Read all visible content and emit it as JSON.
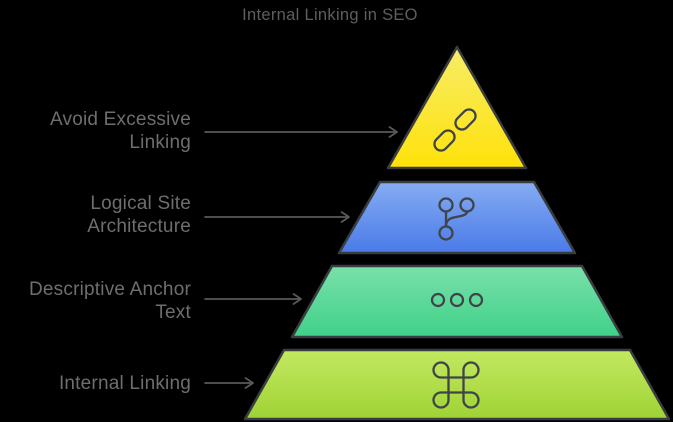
{
  "title": "Internal Linking in SEO",
  "colors": {
    "background": "#000000",
    "title_text": "#5e5e5e",
    "label_text": "#6e6e6e",
    "arrow": "#595a5c",
    "outline": "#393d40",
    "icon": "#3f4448"
  },
  "levels": [
    {
      "rank": 1,
      "label_lines": [
        "Avoid Excessive",
        "Linking"
      ],
      "icon": "link-icon",
      "color_top": "#f7ec68",
      "color_bottom": "#ffe20a"
    },
    {
      "rank": 2,
      "label_lines": [
        "Logical Site",
        "Architecture"
      ],
      "icon": "git-branch-icon",
      "color_top": "#86acf2",
      "color_bottom": "#4a7ae8"
    },
    {
      "rank": 3,
      "label_lines": [
        "Descriptive Anchor",
        "Text"
      ],
      "icon": "ellipsis-icon",
      "color_top": "#79e0aa",
      "color_bottom": "#40d189"
    },
    {
      "rank": 4,
      "label_lines": [
        "Internal Linking"
      ],
      "icon": "command-icon",
      "color_top": "#c3e960",
      "color_bottom": "#9fd335"
    }
  ]
}
